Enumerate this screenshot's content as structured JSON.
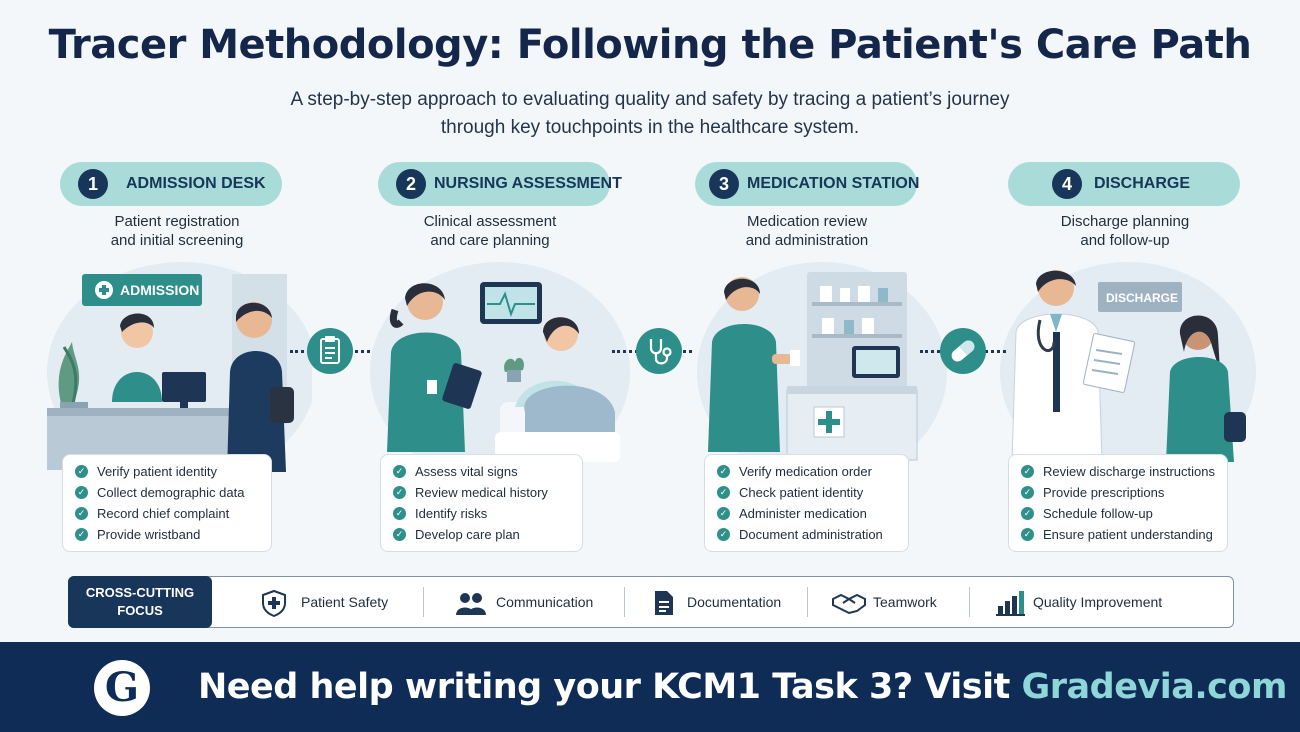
{
  "header": {
    "title": "Tracer Methodology: Following the Patient's Care Path",
    "subtitle_line1": "A step-by-step approach to evaluating quality and safety by tracing a patient’s journey",
    "subtitle_line2": "through key touchpoints in the healthcare system."
  },
  "steps": [
    {
      "number": "1",
      "label": "ADMISSION DESK",
      "desc_line1": "Patient registration",
      "desc_line2": "and initial screening",
      "sign": "ADMISSION",
      "checks": [
        "Verify patient identity",
        "Collect demographic data",
        "Record chief complaint",
        "Provide wristband"
      ]
    },
    {
      "number": "2",
      "label": "NURSING ASSESSMENT",
      "desc_line1": "Clinical assessment",
      "desc_line2": "and care planning",
      "checks": [
        "Assess vital signs",
        "Review medical history",
        "Identify risks",
        "Develop care plan"
      ]
    },
    {
      "number": "3",
      "label": "MEDICATION STATION",
      "desc_line1": "Medication review",
      "desc_line2": "and administration",
      "checks": [
        "Verify medication order",
        "Check patient identity",
        "Administer medication",
        "Document administration"
      ]
    },
    {
      "number": "4",
      "label": "DISCHARGE",
      "desc_line1": "Discharge planning",
      "desc_line2": "and follow-up",
      "sign": "DISCHARGE",
      "checks": [
        "Review discharge instructions",
        "Provide prescriptions",
        "Schedule follow-up",
        "Ensure patient understanding"
      ]
    }
  ],
  "connectors": [
    {
      "icon": "clipboard-icon"
    },
    {
      "icon": "stethoscope-icon"
    },
    {
      "icon": "pill-icon"
    }
  ],
  "focus": {
    "tag_line1": "CROSS-CUTTING",
    "tag_line2": "FOCUS",
    "items": [
      {
        "label": "Patient Safety",
        "icon": "shield-cross-icon"
      },
      {
        "label": "Communication",
        "icon": "people-icon"
      },
      {
        "label": "Documentation",
        "icon": "document-icon"
      },
      {
        "label": "Teamwork",
        "icon": "handshake-icon"
      },
      {
        "label": "Quality Improvement",
        "icon": "bar-chart-icon"
      }
    ]
  },
  "footer": {
    "logo_letter": "G",
    "text": "Need help writing your KCM1 Task 3? Visit ",
    "link": "Gradevia.com"
  },
  "colors": {
    "navy": "#173659",
    "teal": "#2e8f8a",
    "pill": "#a9dcd9",
    "footer_bg": "#0f2c57",
    "link": "#8fd6d8"
  }
}
